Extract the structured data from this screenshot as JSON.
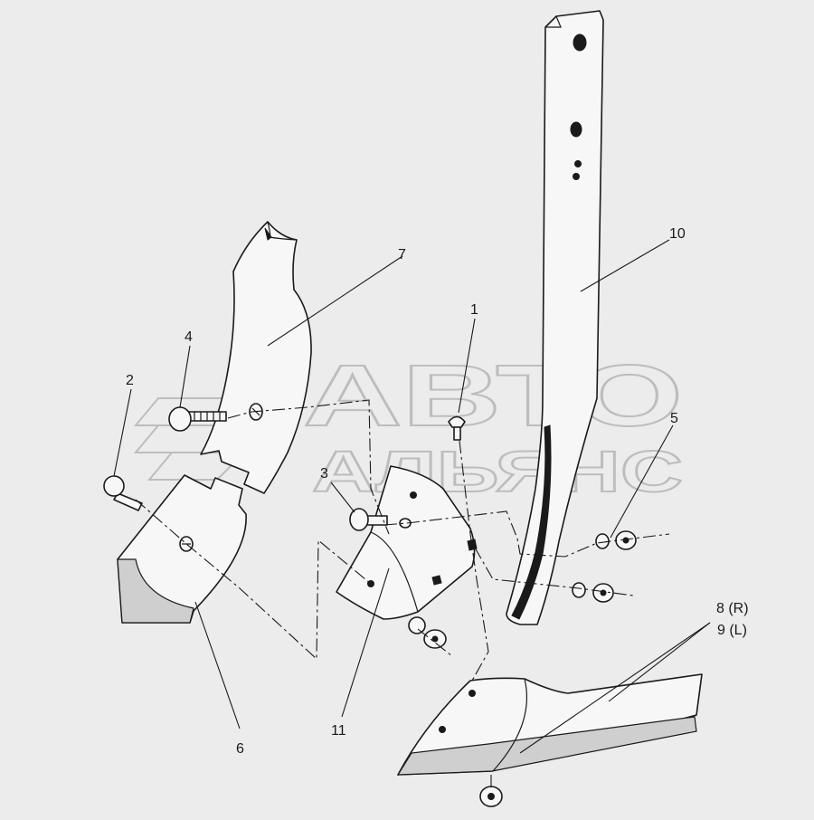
{
  "watermark": {
    "line1": "АВТО",
    "line2": "АЛЬЯНС"
  },
  "callouts": {
    "c1": "1",
    "c2": "2",
    "c3": "3",
    "c4": "4",
    "c5": "5",
    "c6": "6",
    "c7": "7",
    "c8": "8 (R)",
    "c9": "9 (L)",
    "c10": "10",
    "c11": "11"
  }
}
